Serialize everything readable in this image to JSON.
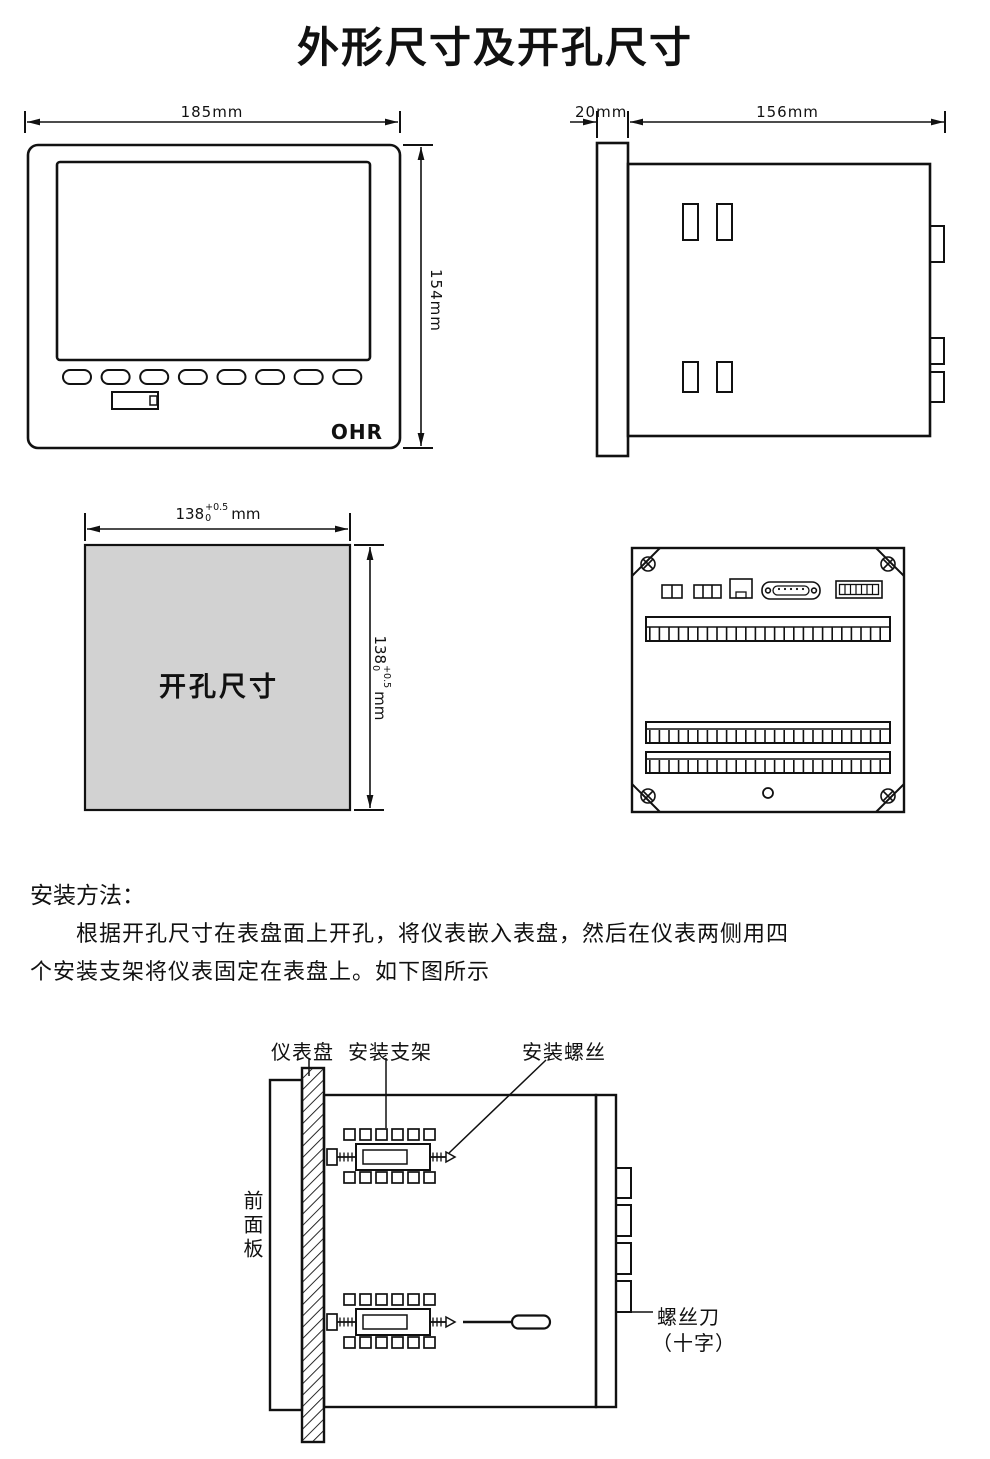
{
  "page": {
    "title": "外形尺寸及开孔尺寸"
  },
  "front_view": {
    "width_dim": "185mm",
    "height_dim": "154mm",
    "logo": "OHR"
  },
  "side_view": {
    "flange_dim": "20mm",
    "depth_dim": "156mm"
  },
  "cutout_view": {
    "label": "开孔尺寸",
    "dim_value": "138",
    "dim_tol_plus": "+0.5",
    "dim_tol_minus": "0",
    "dim_unit": "mm"
  },
  "install_text": {
    "heading": "安装方法：",
    "line1": "根据开孔尺寸在表盘面上开孔，将仪表嵌入表盘，然后在仪表两侧用四",
    "line2": "个安装支架将仪表固定在表盘上。如下图所示"
  },
  "install_diagram": {
    "panel_label": "仪表盘",
    "bracket_label": "安装支架",
    "screw_label": "安装螺丝",
    "front_panel_label": "前面板",
    "screwdriver_label": "螺丝刀",
    "screwdriver_type": "（十字）"
  }
}
